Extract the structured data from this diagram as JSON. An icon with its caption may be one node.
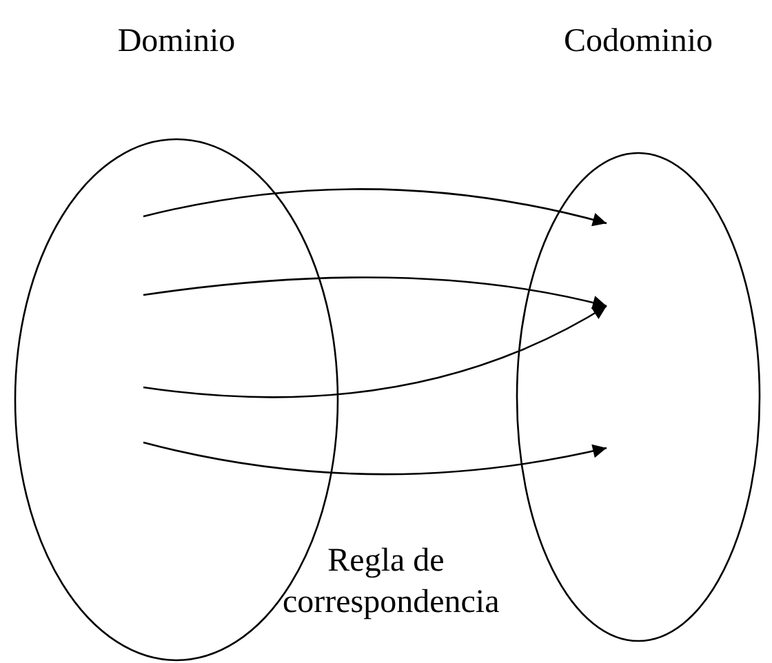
{
  "diagram": {
    "nodes": [
      {
        "text": [
          "Dominio"
        ]
      },
      {
        "text": [
          "Codominio"
        ]
      }
    ],
    "edges": [
      {
        "from": 0,
        "to": 1,
        "arrow": "to"
      },
      {
        "from": 0,
        "to": 1,
        "arrow": "to"
      },
      {
        "from": 0,
        "to": 1,
        "arrow": "to"
      },
      {
        "from": 0,
        "to": 1,
        "arrow": "to"
      }
    ],
    "labels": [
      "Regla de correspondencia"
    ]
  }
}
